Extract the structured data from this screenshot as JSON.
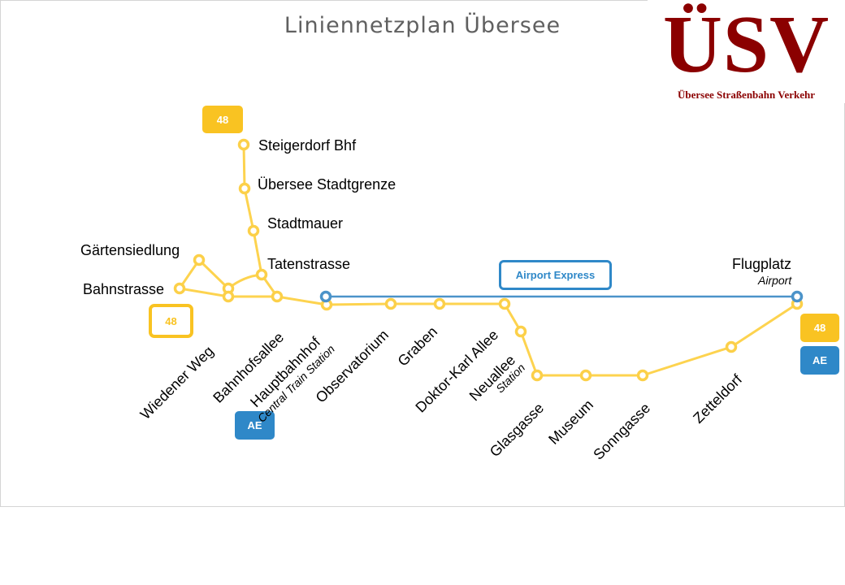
{
  "title": "Liniennetzplan Übersee",
  "logo": {
    "main": "ÜSV",
    "sub": "Übersee Straßenbahn Verkehr"
  },
  "colors": {
    "line48": "#fdd34f",
    "stop48": "#fcd049",
    "airport_express": "#4b93c9",
    "badge_blue": "#2f88c8",
    "logo_red": "#8b0000"
  },
  "badges": {
    "line48": "48",
    "airport_express": "AE",
    "airport_express_label": "Airport Express"
  },
  "stops": {
    "steigerdorf": "Steigerdorf Bhf",
    "stadtgrenze": "Übersee Stadtgrenze",
    "stadtmauer": "Stadtmauer",
    "tatenstrasse": "Tatenstrasse",
    "gaertensiedlung": "Gärtensiedlung",
    "bahnstrasse": "Bahnstrasse",
    "wiedener_weg": "Wiedener Weg",
    "bahnhofsallee": "Bahnhofsallee",
    "hauptbahnhof": "Hauptbahnhof",
    "hauptbahnhof_sub": "Central Train Station",
    "observatorium": "Observatorium",
    "graben": "Graben",
    "doktor_karl_allee": "Doktor-Karl Allee",
    "neuallee": "Neuallee",
    "neuallee_sub": "Station",
    "glasgasse": "Glasgasse",
    "museum": "Museum",
    "sonngasse": "Sonngasse",
    "zetteldorf": "Zetteldorf",
    "flugplatz": "Flugplatz",
    "flugplatz_sub": "Airport"
  }
}
